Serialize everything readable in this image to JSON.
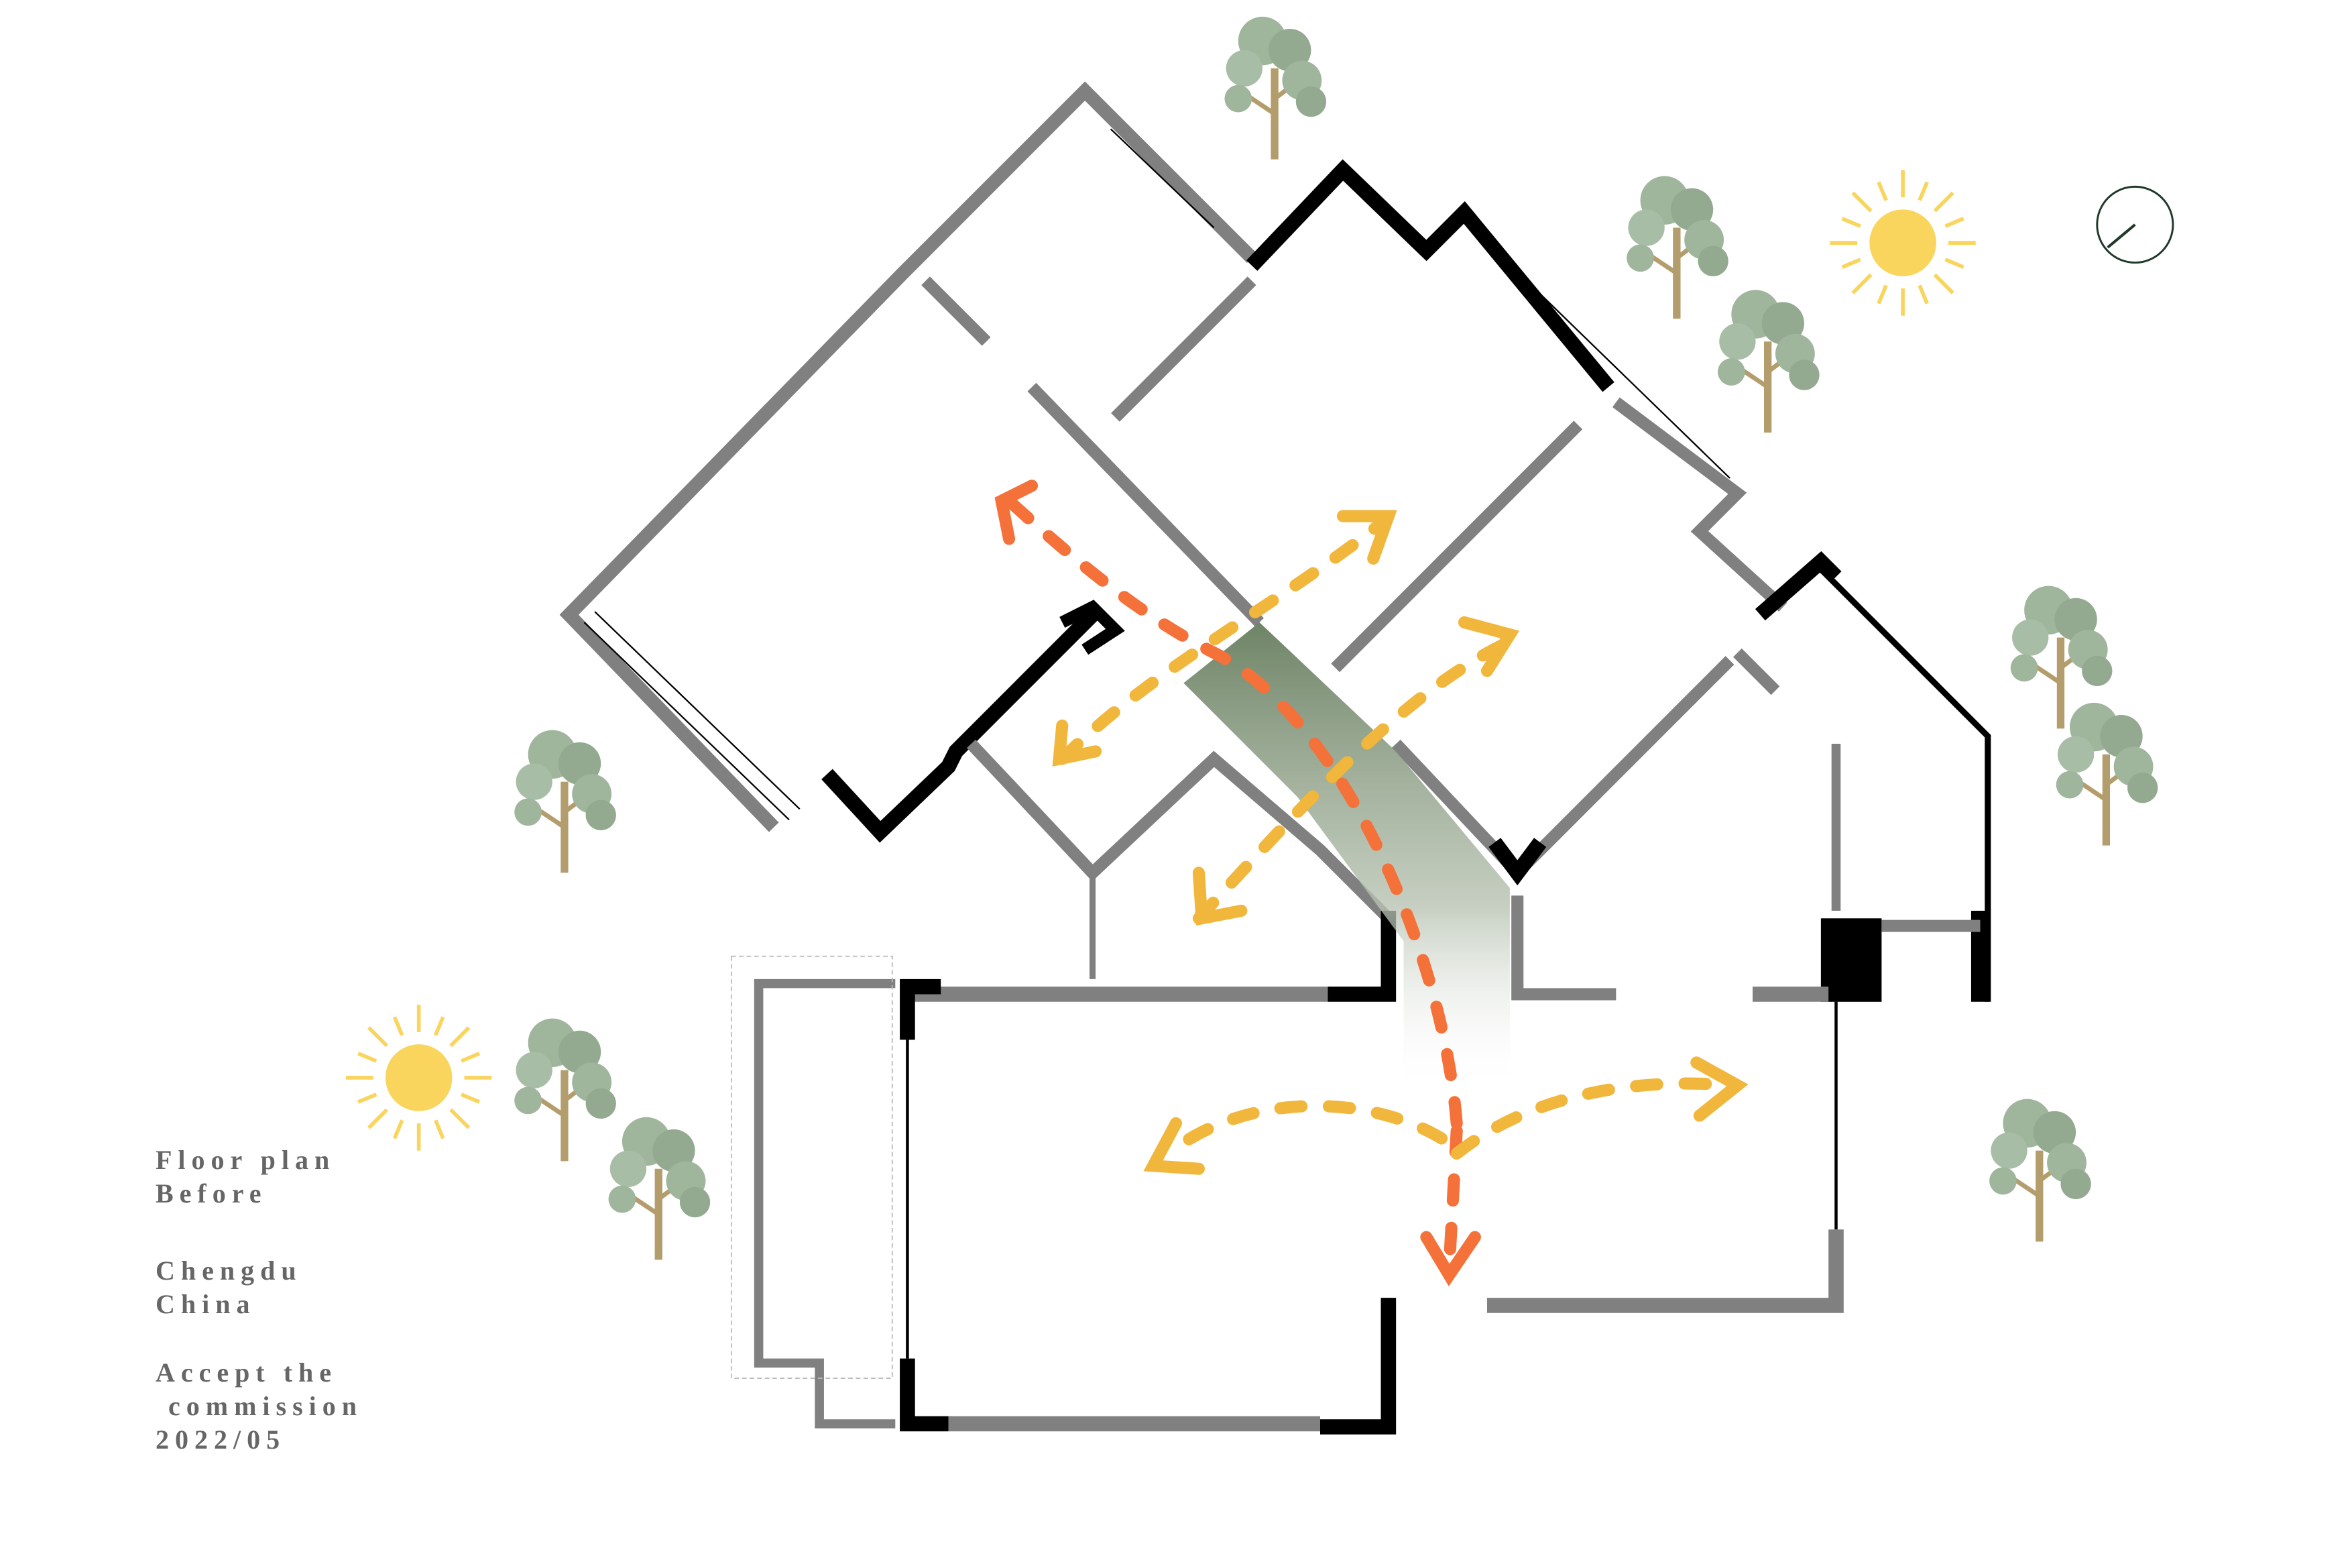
{
  "caption": {
    "title_line1": "Floor plan",
    "title_line2": "Before",
    "city": "Chengdu",
    "country": "China",
    "commission_line1": "Accept the",
    "commission_line2": " commission",
    "date": "2022/05"
  },
  "colors": {
    "wall_gray": "#808080",
    "wall_black": "#000000",
    "arrow_orange": "#f4713a",
    "arrow_yellow": "#f1b73c",
    "sun": "#f9d55e",
    "tree_foliage": "#9fb59c",
    "tree_trunk": "#b49d6c",
    "corridor_green": "#6e8466",
    "compass": "#1f3a2a"
  },
  "icons": [
    "tree-icon",
    "sun-icon",
    "compass-icon"
  ]
}
